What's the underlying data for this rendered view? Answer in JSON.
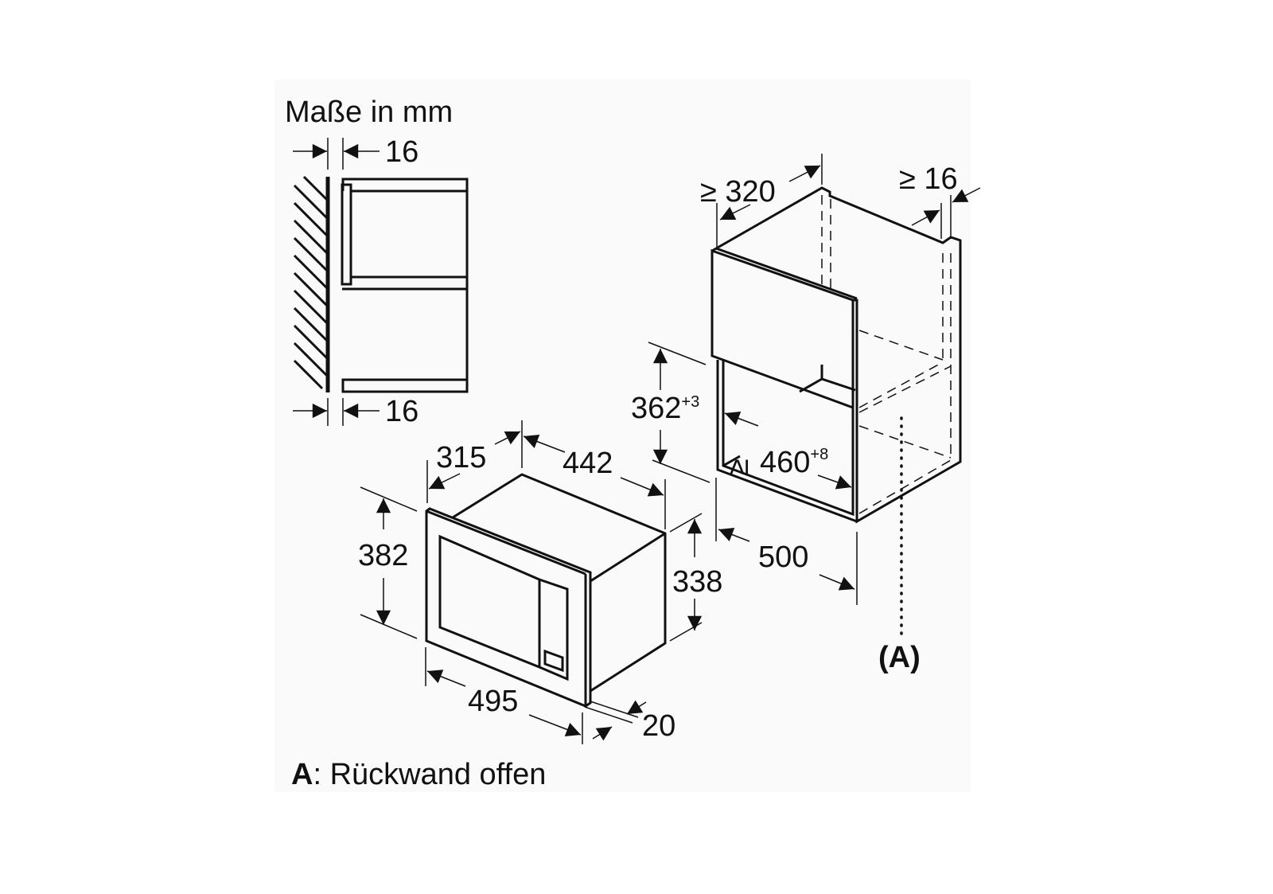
{
  "title": "Maße in mm",
  "side_view": {
    "top_gap": "16",
    "bottom_gap": "16"
  },
  "cabinet": {
    "depth_label": "≥ 320",
    "rear_gap_label": "≥ 16",
    "opening_height": "362",
    "opening_height_tol": "+3",
    "opening_width_prefix": "≥",
    "opening_width": "460",
    "opening_width_tol": "+8",
    "width": "500",
    "rear_marker": "(A)"
  },
  "appliance": {
    "body_depth": "315",
    "body_width": "442",
    "front_height": "382",
    "body_height": "338",
    "front_width": "495",
    "front_thickness": "20"
  },
  "footnote": {
    "key": "A",
    "text": ": Rückwand offen"
  },
  "colors": {
    "line": "#111111",
    "panel": "#fafafa"
  }
}
